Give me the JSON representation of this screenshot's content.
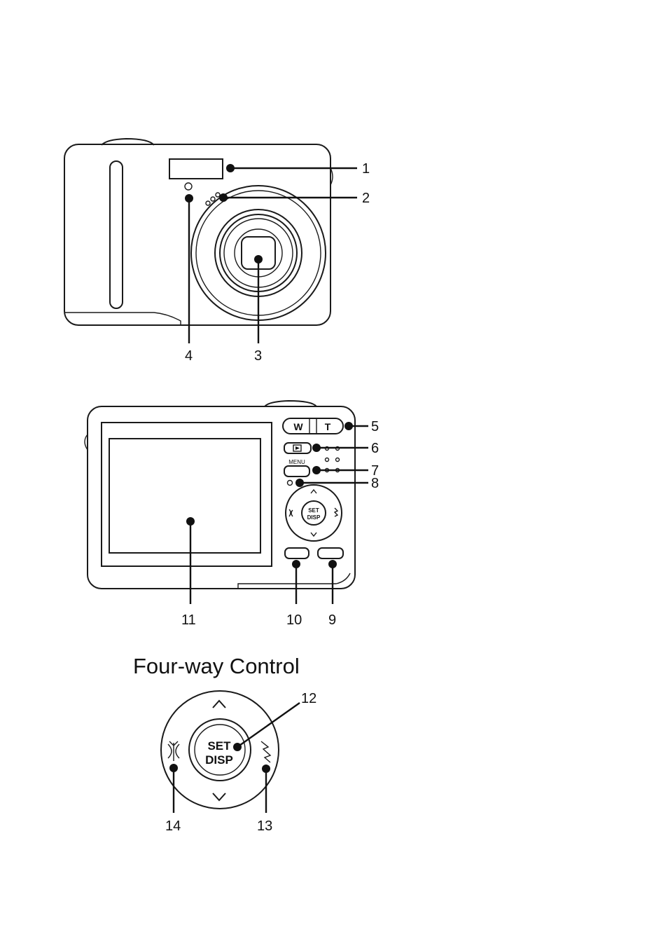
{
  "front_view": {
    "callouts": [
      "1",
      "2",
      "3",
      "4"
    ]
  },
  "back_view": {
    "callouts": [
      "5",
      "6",
      "7",
      "8",
      "9",
      "10",
      "11"
    ],
    "zoom_wide_label": "W",
    "zoom_tele_label": "T",
    "menu_label": "MENU",
    "center_set_label": "SET",
    "center_disp_label": "DISP"
  },
  "four_way_control": {
    "title": "Four-way Control",
    "center_set_label": "SET",
    "center_disp_label": "DISP",
    "callouts": [
      "12",
      "13",
      "14"
    ]
  }
}
